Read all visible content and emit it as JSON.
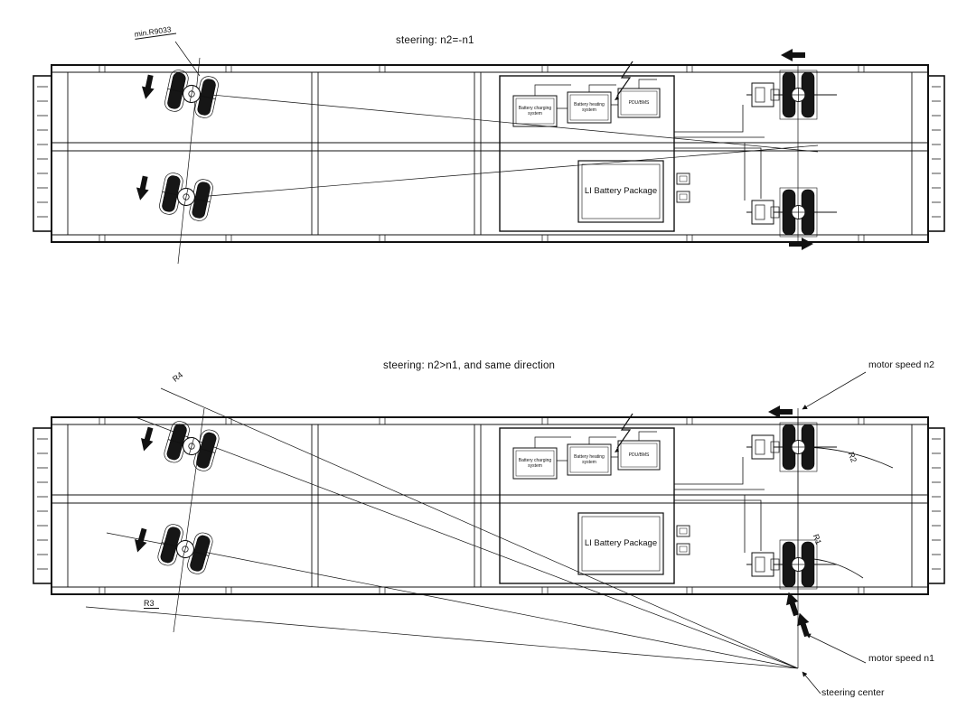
{
  "diagrams": {
    "top": {
      "title": "steering: n2=-n1",
      "radius_label": "min.R9033"
    },
    "bottom": {
      "title": "steering: n2>n1, and same direction",
      "r1": "R1",
      "r2": "R2",
      "r3": "R3",
      "r4": "R4",
      "motor_speed_n2": "motor speed n2",
      "motor_speed_n1": "motor speed n1",
      "steering_center": "steering center"
    },
    "components": {
      "battery_charging": "Battery charging system",
      "battery_heating": "Battery heating system",
      "pdu_bms": "PDU/BMS",
      "li_battery": "LI Battery Package"
    }
  },
  "colors": {
    "line": "#111111",
    "background": "#ffffff"
  }
}
